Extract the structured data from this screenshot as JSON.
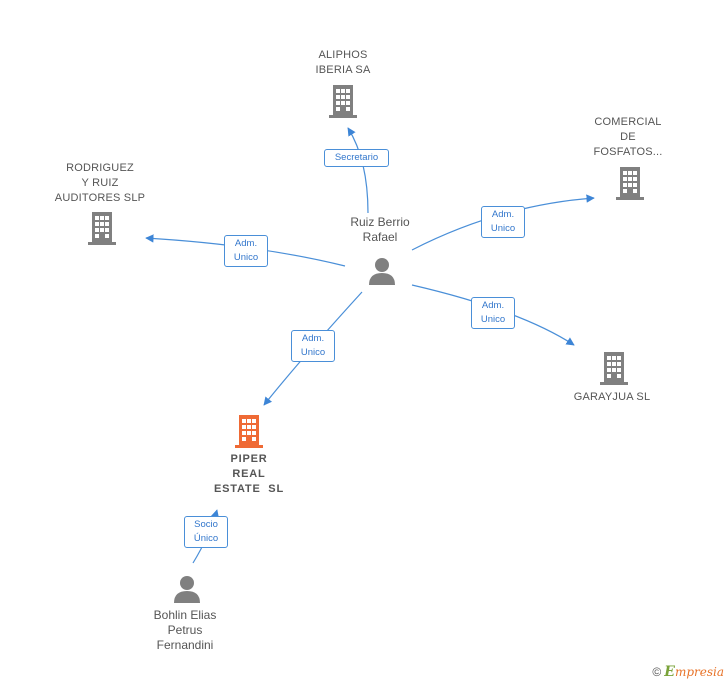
{
  "nodes": {
    "aliphos": {
      "label": "ALIPHOS\nIBERIA SA"
    },
    "comercial": {
      "label": "COMERCIAL\nDE\nFOSFATOS..."
    },
    "rodriguez": {
      "label": "RODRIGUEZ\nY RUIZ\nAUDITORES SLP"
    },
    "ruiz": {
      "label": "Ruiz Berrio\nRafael"
    },
    "garayjua": {
      "label": "GARAYJUA SL"
    },
    "piper": {
      "label": "PIPER\nREAL\nESTATE  SL"
    },
    "bohlin": {
      "label": "Bohlin Elias\nPetrus\nFernandini"
    }
  },
  "edges": {
    "secretario": "Secretario",
    "adm_comercial": "Adm.\nUnico",
    "adm_rodriguez": "Adm.\nUnico",
    "adm_garayjua": "Adm.\nUnico",
    "adm_piper": "Adm.\nUnico",
    "socio_unico": "Socio\nÚnico"
  },
  "colors": {
    "company": "#808080",
    "focus_company": "#ef6a35",
    "person": "#808080",
    "edge": "#4a8fd8"
  },
  "footer": {
    "copyright_symbol": "©",
    "brand_first": "E",
    "brand_rest": "mpresia"
  }
}
